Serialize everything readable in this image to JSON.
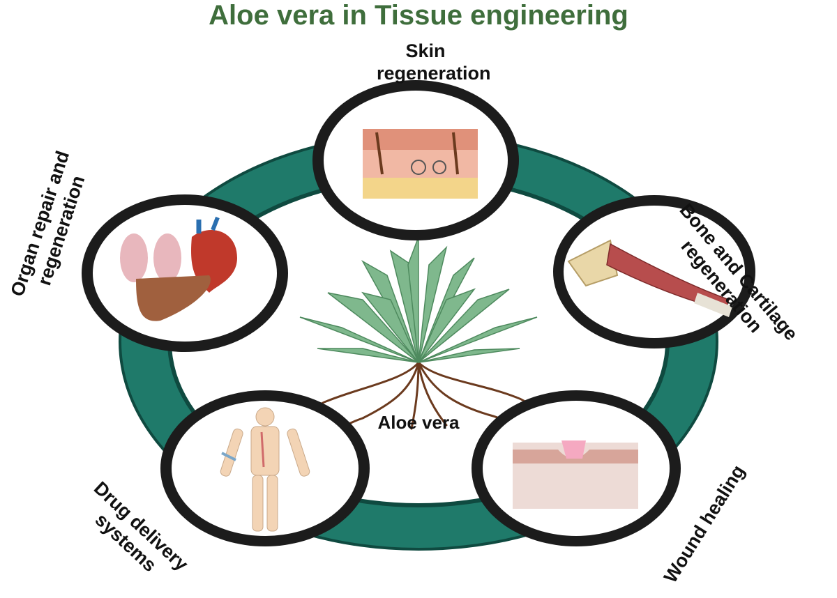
{
  "title": "Aloe vera in Tissue engineering",
  "center": {
    "label": "Aloe vera",
    "icon": "aloe-vera-plant-icon"
  },
  "nodes": [
    {
      "key": "skin",
      "lines": [
        "Skin",
        "regeneration"
      ],
      "icon": "skin-layers-icon"
    },
    {
      "key": "bone",
      "lines": [
        "Bone and Cartilage",
        "regeneration"
      ],
      "icon": "shoulder-muscle-icon"
    },
    {
      "key": "wound",
      "lines": [
        "Wound healing"
      ],
      "icon": "wound-tissue-icon"
    },
    {
      "key": "drug",
      "lines": [
        "Drug delivery",
        "systems"
      ],
      "icon": "human-body-drug-delivery-icon"
    },
    {
      "key": "organ",
      "lines": [
        "Organ repair and",
        "regeneration"
      ],
      "icon": "organs-lungs-heart-liver-icon"
    }
  ],
  "colors": {
    "title": "#3f6e3c",
    "ring": "#1f7a6a",
    "ring_dark": "#0f4a40",
    "circle_border": "#1c1c1c",
    "leaf": "#7fb88d",
    "root": "#6b3a1e"
  }
}
